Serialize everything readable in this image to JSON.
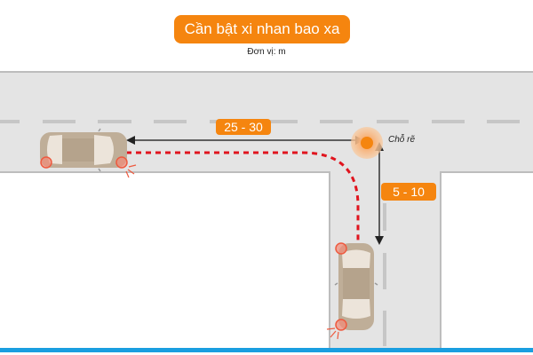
{
  "header": {
    "title": "Cần bật xi nhan bao xa",
    "unit": "Đơn vị: m"
  },
  "diagram": {
    "distance_horizontal": "25 - 30",
    "distance_vertical": "5 - 10",
    "turn_point_label": "Chỗ rẽ",
    "colors": {
      "accent": "#f5850f",
      "road": "#e4e4e4",
      "road_edge": "#bdbdbd",
      "lane_marking": "#c6c6c6",
      "path": "#e0141e",
      "signal": "#ee5a3f",
      "car_body": "#bfae98",
      "frame_bar": "#1a9ee0"
    }
  }
}
